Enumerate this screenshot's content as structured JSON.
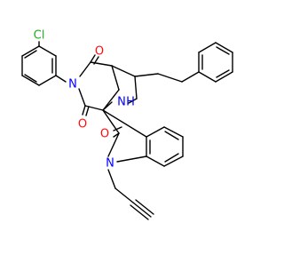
{
  "molecule": {
    "colors": {
      "carbon": "#000000",
      "oxygen": "#ff0d0d",
      "nitrogen": "#0000ff",
      "chlorine": "#1fae1f",
      "background": "#ffffff"
    },
    "atom_labels": {
      "chlorine": "Cl",
      "oxygen_top": "O",
      "oxygen_mid": "O",
      "oxygen_lactam": "O",
      "nitrogen_imide": "N",
      "nitrogen_amine": "N",
      "hydrogen_amine": "H",
      "nitrogen_indole": "N"
    }
  }
}
